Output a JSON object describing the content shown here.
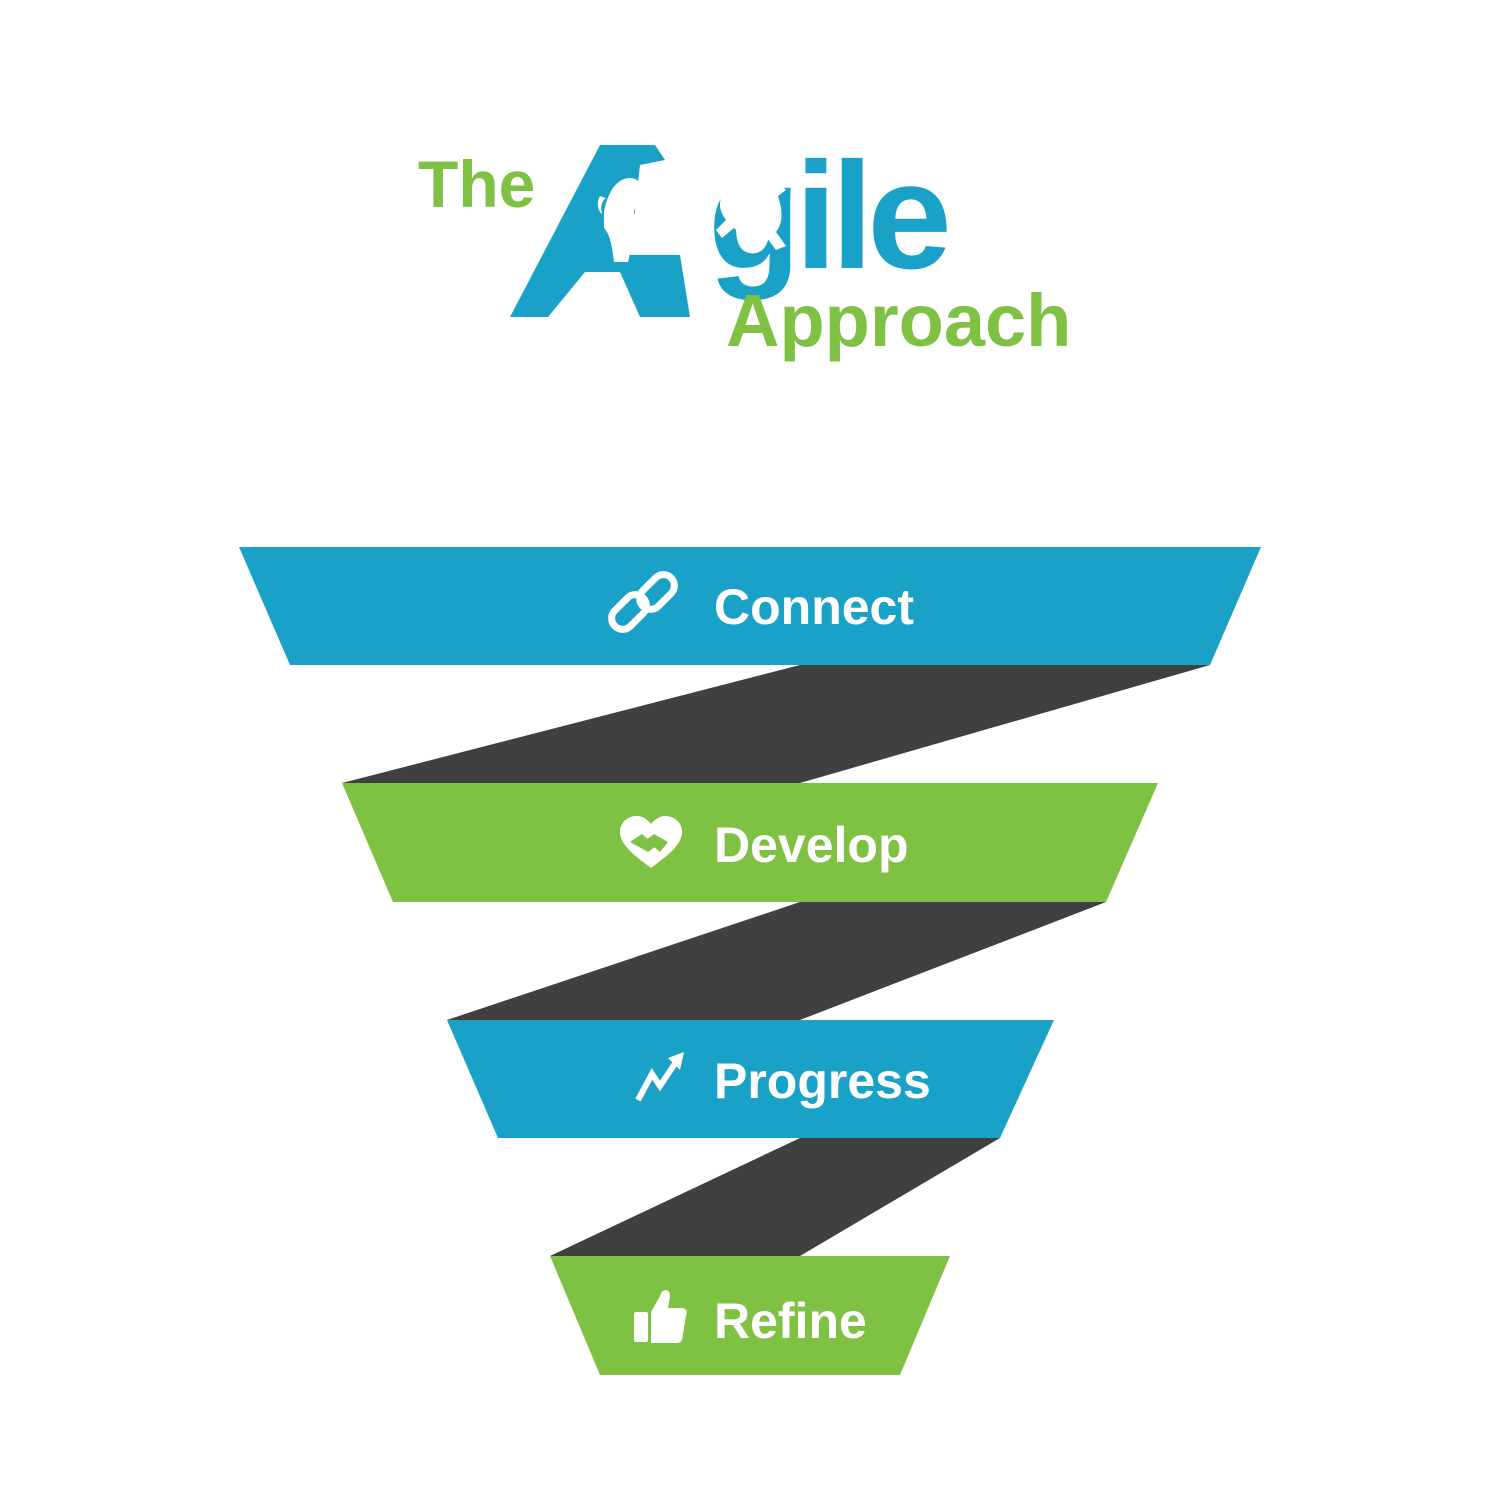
{
  "logo": {
    "word_the": "The",
    "word_agile": "Agile",
    "word_agile_rest": "gile",
    "word_approach": "Approach"
  },
  "steps": [
    {
      "label": "Connect",
      "icon": "chain-link-icon",
      "color": "#1aa1c7"
    },
    {
      "label": "Develop",
      "icon": "heart-handshake-icon",
      "color": "#7fc143"
    },
    {
      "label": "Progress",
      "icon": "trend-up-arrow-icon",
      "color": "#1aa1c7"
    },
    {
      "label": "Refine",
      "icon": "thumbs-up-icon",
      "color": "#7fc143"
    }
  ],
  "colors": {
    "blue": "#1aa1c7",
    "green": "#7fc143",
    "connector": "#404040",
    "text_on_band": "#ffffff"
  }
}
